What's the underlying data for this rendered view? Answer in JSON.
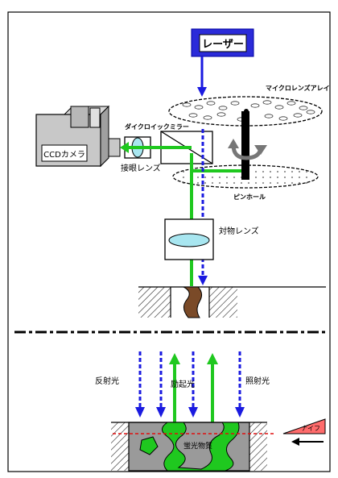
{
  "labels": {
    "laser": "レーザー",
    "microlens_array": "マイクロレンズアレイ",
    "dichroic_mirror": "ダイクロイックミラー",
    "ccd_camera": "CCDカメラ",
    "eyepiece_lens": "接眼レンズ",
    "pinhole": "ピンホール",
    "objective_lens": "対物レンズ",
    "reflected_light": "反射光",
    "excitation_light": "励起光",
    "illumination_light": "照射光",
    "fluorescent_substance": "蛍光物質",
    "knife": "ナイフ"
  },
  "colors": {
    "laser_fill": "#2b2bd9",
    "blue_light": "#1a1ae0",
    "green_light": "#1fc81f",
    "specimen_brown": "#7a4a28",
    "knife_fill": "#ff6b6b",
    "cut_line": "#e01010",
    "lens_fill": "#a8e6f0",
    "camera_fill": "#c8c8c8"
  },
  "icons": {
    "camera": "ccd-camera-icon",
    "rotation": "rotation-arrow-icon",
    "knife": "knife-icon"
  }
}
